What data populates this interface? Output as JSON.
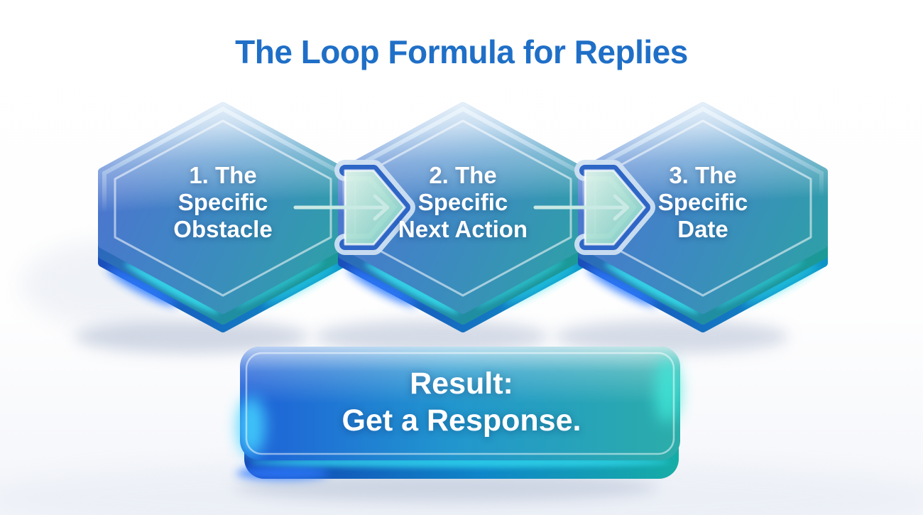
{
  "title": "The Loop Formula for Replies",
  "steps": [
    {
      "shape": "hexagon",
      "label": "1. The\nSpecific\nObstacle"
    },
    {
      "shape": "hexagon",
      "label": "2. The\nSpecific\nNext Action"
    },
    {
      "shape": "hexagon",
      "label": "3. The\nSpecific\nDate"
    }
  ],
  "connectors": [
    {
      "icon": "arrow-right-icon"
    },
    {
      "icon": "arrow-right-icon"
    }
  ],
  "result": {
    "label": "Result:\nGet a Response."
  },
  "colors": {
    "title": "#1f6fc7",
    "text": "#ffffff",
    "hex_face_left": "#4d74cf",
    "hex_face_right": "#2f9fa8",
    "hex_depth_blue": "#1c48b8",
    "glow_cyan": "#38e2f2",
    "glow_blue": "#2f7bff",
    "result_left": "#1e5fd8",
    "result_right": "#2cada9",
    "arrow": "#c9e9e4"
  }
}
